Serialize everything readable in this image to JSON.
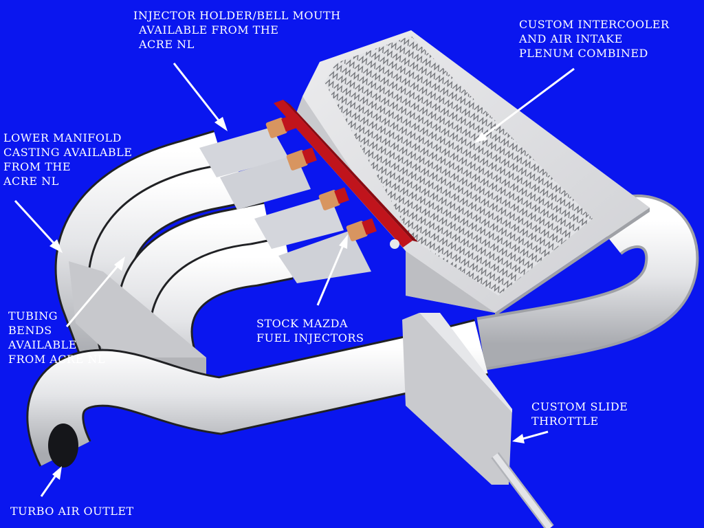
{
  "colors": {
    "background": "#0a16ef",
    "text": "#ffffff",
    "metal": "#dcdde0",
    "fuel_rail": "#c0141c",
    "injector_tip": "#d89560"
  },
  "labels": {
    "injector_holder": [
      "INJECTOR HOLDER/BELL MOUTH",
      "AVAILABLE FROM THE",
      "ACRE NL"
    ],
    "intercooler": [
      "CUSTOM INTERCOOLER",
      "AND AIR INTAKE",
      "PLENUM COMBINED"
    ],
    "lower_manifold": [
      "LOWER MANIFOLD",
      "CASTING AVAILABLE",
      "FROM THE",
      "ACRE NL"
    ],
    "tubing_bends": [
      "TUBING",
      "BENDS",
      "AVAILABLE",
      "FROM ACRE NL"
    ],
    "fuel_injectors": [
      "STOCK MAZDA",
      "FUEL INJECTORS"
    ],
    "slide_throttle": [
      "CUSTOM SLIDE",
      "THROTTLE"
    ],
    "turbo_outlet": [
      "TURBO AIR OUTLET"
    ]
  }
}
